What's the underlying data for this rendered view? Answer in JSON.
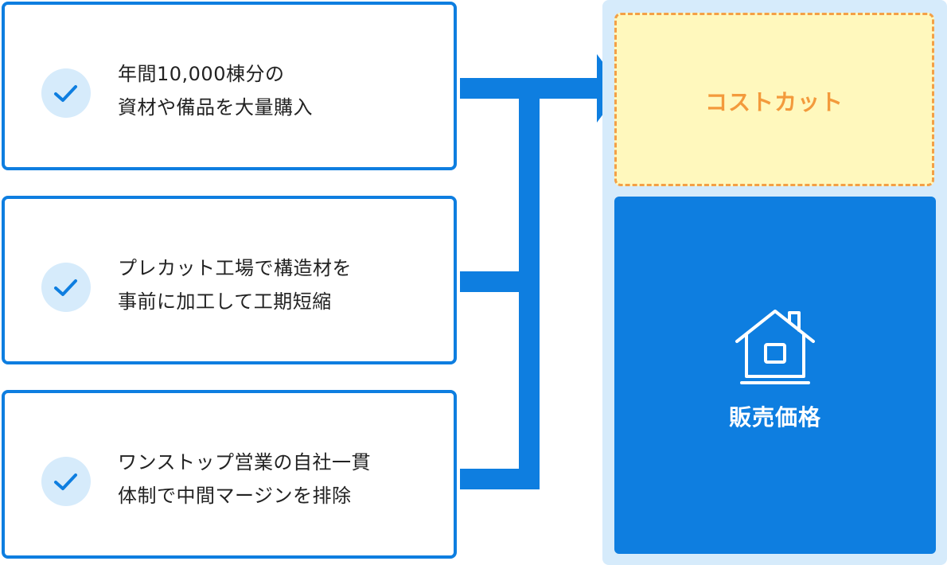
{
  "items": [
    {
      "lines": [
        "年間10,000棟分の",
        "資材や備品を大量購入"
      ],
      "icon": "check-icon"
    },
    {
      "lines": [
        "プレカット工場で構造材を",
        "事前に加工して工期短縮"
      ],
      "icon": "check-icon"
    },
    {
      "lines": [
        "ワンストップ営業の自社一貫",
        "体制で中間マージンを排除"
      ],
      "icon": "check-icon"
    }
  ],
  "result": {
    "cost_cut_label": "コストカット",
    "sale_label": "販売価格",
    "sale_icon": "house-icon"
  },
  "colors": {
    "primary": "#0e7ee0",
    "check_bg": "#d6ebfb",
    "panel_bg": "#d6ebfb",
    "cost_cut_bg": "#fff8bd",
    "cost_cut_accent": "#f3a046",
    "text": "#222222"
  }
}
